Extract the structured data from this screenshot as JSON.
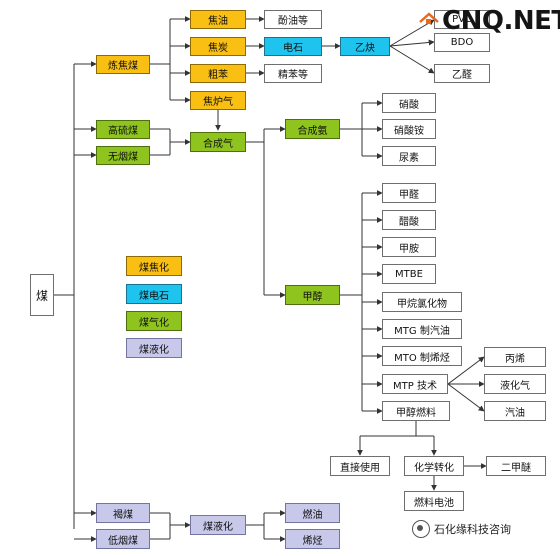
{
  "root": "煤",
  "coking": {
    "label": "炼焦煤",
    "products": [
      "焦油",
      "焦炭",
      "粗苯",
      "焦炉气"
    ],
    "derivatives": [
      "酚油等",
      "电石",
      "精苯等"
    ],
    "acetylene": "乙炔",
    "acetylene_products": [
      "PVC",
      "BDO",
      "乙醛"
    ]
  },
  "gasification": {
    "inputs": [
      "高硫煤",
      "无烟煤"
    ],
    "syngas": "合成气",
    "ammonia": "合成氨",
    "ammonia_products": [
      "硝酸",
      "硝酸铵",
      "尿素"
    ],
    "methanol": "甲醇",
    "methanol_products": [
      "甲醛",
      "醋酸",
      "甲胺",
      "MTBE",
      "甲烷氯化物",
      "MTG 制汽油",
      "MTO 制烯烃",
      "MTP 技术",
      "甲醇燃料"
    ],
    "mtp_products": [
      "丙烯",
      "液化气",
      "汽油"
    ],
    "fuel_uses": [
      "直接使用",
      "化学转化"
    ],
    "dme": "二甲醚",
    "fuel_cell": "燃料电池"
  },
  "liquefaction": {
    "inputs": [
      "褐煤",
      "低烟煤"
    ],
    "process": "煤液化",
    "products": [
      "燃油",
      "烯烃"
    ]
  },
  "legend": [
    "煤焦化",
    "煤电石",
    "煤气化",
    "煤液化"
  ],
  "watermark": "CNQ.NET",
  "footer": "石化缘科技咨询",
  "colors": {
    "coking": "#f9bf12",
    "carbide": "#1ec3ee",
    "gas": "#8fc41e",
    "liquid": "#c8c8ea"
  }
}
